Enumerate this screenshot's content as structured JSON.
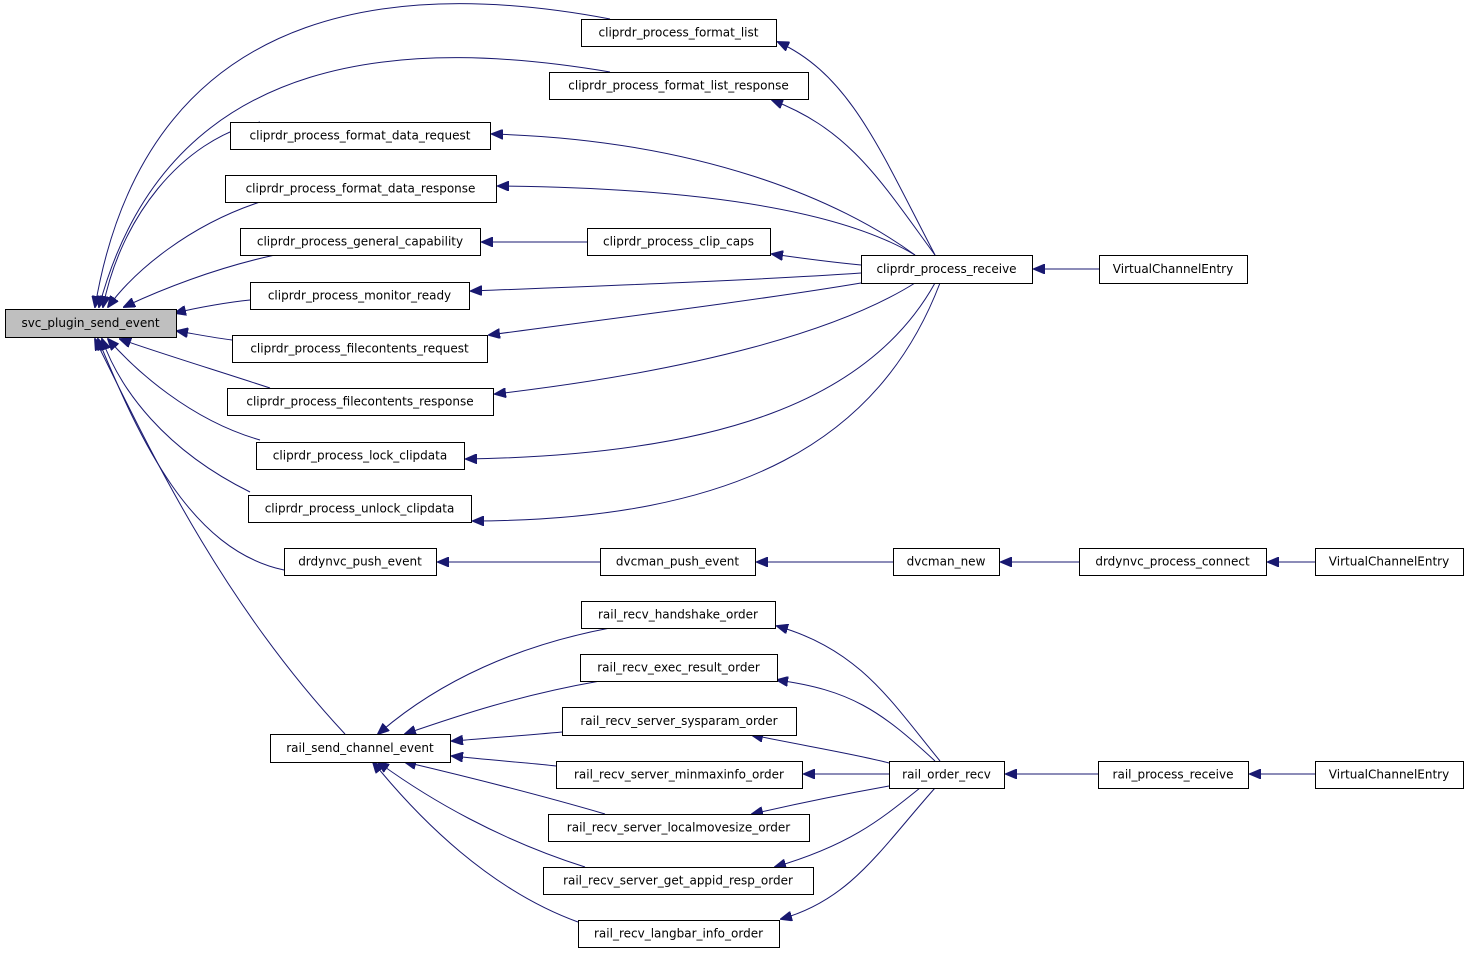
{
  "nodes": [
    {
      "id": "svc_plugin_send_event",
      "label": "svc_plugin_send_event",
      "root": true
    },
    {
      "id": "cliprdr_process_format_list",
      "label": "cliprdr_process_format_list"
    },
    {
      "id": "cliprdr_process_format_list_response",
      "label": "cliprdr_process_format_list_response"
    },
    {
      "id": "cliprdr_process_format_data_request",
      "label": "cliprdr_process_format_data_request"
    },
    {
      "id": "cliprdr_process_format_data_response",
      "label": "cliprdr_process_format_data_response"
    },
    {
      "id": "cliprdr_process_general_capability",
      "label": "cliprdr_process_general_capability"
    },
    {
      "id": "cliprdr_process_clip_caps",
      "label": "cliprdr_process_clip_caps"
    },
    {
      "id": "cliprdr_process_receive",
      "label": "cliprdr_process_receive"
    },
    {
      "id": "VirtualChannelEntry_1",
      "label": "VirtualChannelEntry"
    },
    {
      "id": "cliprdr_process_monitor_ready",
      "label": "cliprdr_process_monitor_ready"
    },
    {
      "id": "cliprdr_process_filecontents_request",
      "label": "cliprdr_process_filecontents_request"
    },
    {
      "id": "cliprdr_process_filecontents_response",
      "label": "cliprdr_process_filecontents_response"
    },
    {
      "id": "cliprdr_process_lock_clipdata",
      "label": "cliprdr_process_lock_clipdata"
    },
    {
      "id": "cliprdr_process_unlock_clipdata",
      "label": "cliprdr_process_unlock_clipdata"
    },
    {
      "id": "drdynvc_push_event",
      "label": "drdynvc_push_event"
    },
    {
      "id": "dvcman_push_event",
      "label": "dvcman_push_event"
    },
    {
      "id": "dvcman_new",
      "label": "dvcman_new"
    },
    {
      "id": "drdynvc_process_connect",
      "label": "drdynvc_process_connect"
    },
    {
      "id": "VirtualChannelEntry_2",
      "label": "VirtualChannelEntry"
    },
    {
      "id": "rail_recv_handshake_order",
      "label": "rail_recv_handshake_order"
    },
    {
      "id": "rail_recv_exec_result_order",
      "label": "rail_recv_exec_result_order"
    },
    {
      "id": "rail_recv_server_sysparam_order",
      "label": "rail_recv_server_sysparam_order"
    },
    {
      "id": "rail_send_channel_event",
      "label": "rail_send_channel_event"
    },
    {
      "id": "rail_recv_server_minmaxinfo_order",
      "label": "rail_recv_server_minmaxinfo_order"
    },
    {
      "id": "rail_order_recv",
      "label": "rail_order_recv"
    },
    {
      "id": "rail_process_receive",
      "label": "rail_process_receive"
    },
    {
      "id": "VirtualChannelEntry_3",
      "label": "VirtualChannelEntry"
    },
    {
      "id": "rail_recv_server_localmovesize_order",
      "label": "rail_recv_server_localmovesize_order"
    },
    {
      "id": "rail_recv_server_get_appid_resp_order",
      "label": "rail_recv_server_get_appid_resp_order"
    },
    {
      "id": "rail_recv_langbar_info_order",
      "label": "rail_recv_langbar_info_order"
    }
  ],
  "edges": [
    {
      "from": "cliprdr_process_format_list",
      "to": "svc_plugin_send_event"
    },
    {
      "from": "cliprdr_process_format_list_response",
      "to": "svc_plugin_send_event"
    },
    {
      "from": "cliprdr_process_format_data_request",
      "to": "svc_plugin_send_event"
    },
    {
      "from": "cliprdr_process_format_data_response",
      "to": "svc_plugin_send_event"
    },
    {
      "from": "cliprdr_process_general_capability",
      "to": "svc_plugin_send_event"
    },
    {
      "from": "cliprdr_process_monitor_ready",
      "to": "svc_plugin_send_event"
    },
    {
      "from": "cliprdr_process_filecontents_request",
      "to": "svc_plugin_send_event"
    },
    {
      "from": "cliprdr_process_filecontents_response",
      "to": "svc_plugin_send_event"
    },
    {
      "from": "cliprdr_process_lock_clipdata",
      "to": "svc_plugin_send_event"
    },
    {
      "from": "cliprdr_process_unlock_clipdata",
      "to": "svc_plugin_send_event"
    },
    {
      "from": "drdynvc_push_event",
      "to": "svc_plugin_send_event"
    },
    {
      "from": "rail_send_channel_event",
      "to": "svc_plugin_send_event"
    },
    {
      "from": "cliprdr_process_receive",
      "to": "cliprdr_process_format_list"
    },
    {
      "from": "cliprdr_process_receive",
      "to": "cliprdr_process_format_list_response"
    },
    {
      "from": "cliprdr_process_receive",
      "to": "cliprdr_process_format_data_request"
    },
    {
      "from": "cliprdr_process_receive",
      "to": "cliprdr_process_format_data_response"
    },
    {
      "from": "cliprdr_process_clip_caps",
      "to": "cliprdr_process_general_capability"
    },
    {
      "from": "cliprdr_process_receive",
      "to": "cliprdr_process_clip_caps"
    },
    {
      "from": "cliprdr_process_receive",
      "to": "cliprdr_process_monitor_ready"
    },
    {
      "from": "cliprdr_process_receive",
      "to": "cliprdr_process_filecontents_request"
    },
    {
      "from": "cliprdr_process_receive",
      "to": "cliprdr_process_filecontents_response"
    },
    {
      "from": "cliprdr_process_receive",
      "to": "cliprdr_process_lock_clipdata"
    },
    {
      "from": "cliprdr_process_receive",
      "to": "cliprdr_process_unlock_clipdata"
    },
    {
      "from": "VirtualChannelEntry_1",
      "to": "cliprdr_process_receive"
    },
    {
      "from": "dvcman_push_event",
      "to": "drdynvc_push_event"
    },
    {
      "from": "dvcman_new",
      "to": "dvcman_push_event"
    },
    {
      "from": "drdynvc_process_connect",
      "to": "dvcman_new"
    },
    {
      "from": "VirtualChannelEntry_2",
      "to": "drdynvc_process_connect"
    },
    {
      "from": "rail_recv_handshake_order",
      "to": "rail_send_channel_event"
    },
    {
      "from": "rail_recv_exec_result_order",
      "to": "rail_send_channel_event"
    },
    {
      "from": "rail_recv_server_sysparam_order",
      "to": "rail_send_channel_event"
    },
    {
      "from": "rail_recv_server_minmaxinfo_order",
      "to": "rail_send_channel_event"
    },
    {
      "from": "rail_recv_server_localmovesize_order",
      "to": "rail_send_channel_event"
    },
    {
      "from": "rail_recv_server_get_appid_resp_order",
      "to": "rail_send_channel_event"
    },
    {
      "from": "rail_recv_langbar_info_order",
      "to": "rail_send_channel_event"
    },
    {
      "from": "rail_order_recv",
      "to": "rail_recv_handshake_order"
    },
    {
      "from": "rail_order_recv",
      "to": "rail_recv_exec_result_order"
    },
    {
      "from": "rail_order_recv",
      "to": "rail_recv_server_sysparam_order"
    },
    {
      "from": "rail_order_recv",
      "to": "rail_recv_server_minmaxinfo_order"
    },
    {
      "from": "rail_order_recv",
      "to": "rail_recv_server_localmovesize_order"
    },
    {
      "from": "rail_order_recv",
      "to": "rail_recv_server_get_appid_resp_order"
    },
    {
      "from": "rail_order_recv",
      "to": "rail_recv_langbar_info_order"
    },
    {
      "from": "rail_process_receive",
      "to": "rail_order_recv"
    },
    {
      "from": "VirtualChannelEntry_3",
      "to": "rail_process_receive"
    }
  ]
}
